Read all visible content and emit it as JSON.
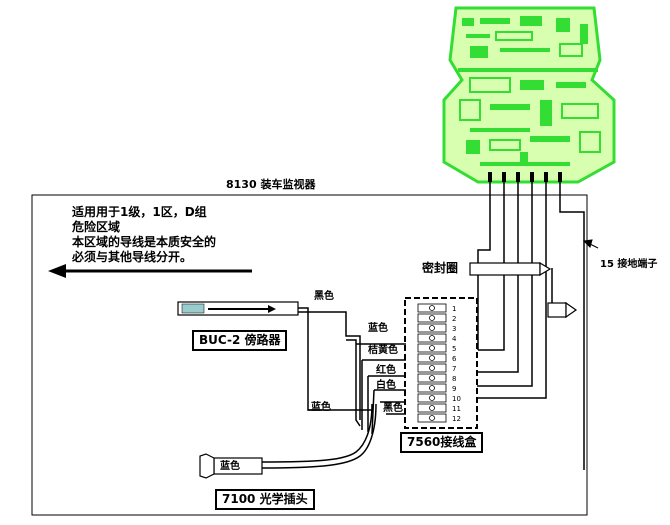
{
  "diagram": {
    "title": "8130 装车监视器",
    "hazard_text": [
      "适用用于1级，1区，D组",
      "危险区域",
      "本区域的导线是本质安全的",
      "必须与其他导线分开。"
    ],
    "bypass_label": "BUC-2 傍路器",
    "probe_label": "7100 光学插头",
    "junction_box_label": "7560接线盒",
    "seal_label": "密封圈",
    "ground_label": "15 接地端子",
    "terminal_numbers": [
      "1",
      "2",
      "3",
      "4",
      "5",
      "6",
      "7",
      "8",
      "9",
      "10",
      "11",
      "12"
    ],
    "wire_labels": {
      "black_top": "黑色",
      "blue_mid": "蓝色",
      "orange_yellow": "桔黄色",
      "red": "红色",
      "white": "白色",
      "black_low": "黑色",
      "blue_low": "蓝色",
      "blue_probe": "蓝色"
    }
  },
  "colors": {
    "pcb_fill": "#d8ffb0",
    "pcb_trace": "#33dd33",
    "line": "#000000"
  }
}
